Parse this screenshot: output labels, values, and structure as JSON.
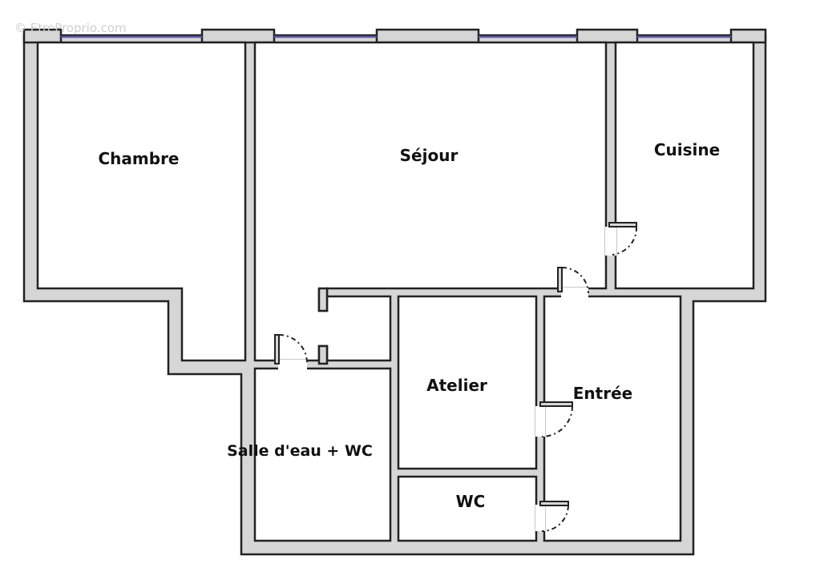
{
  "watermark": "© EtreProprio.com",
  "rooms": {
    "chambre": "Chambre",
    "sejour": "Séjour",
    "cuisine": "Cuisine",
    "atelier": "Atelier",
    "entree": "Entrée",
    "salle_eau": "Salle d'eau + WC",
    "wc": "WC"
  },
  "colors": {
    "wall_fill": "#d6d6d6",
    "wall_line": "#222222",
    "window": "#5a5aa8"
  }
}
